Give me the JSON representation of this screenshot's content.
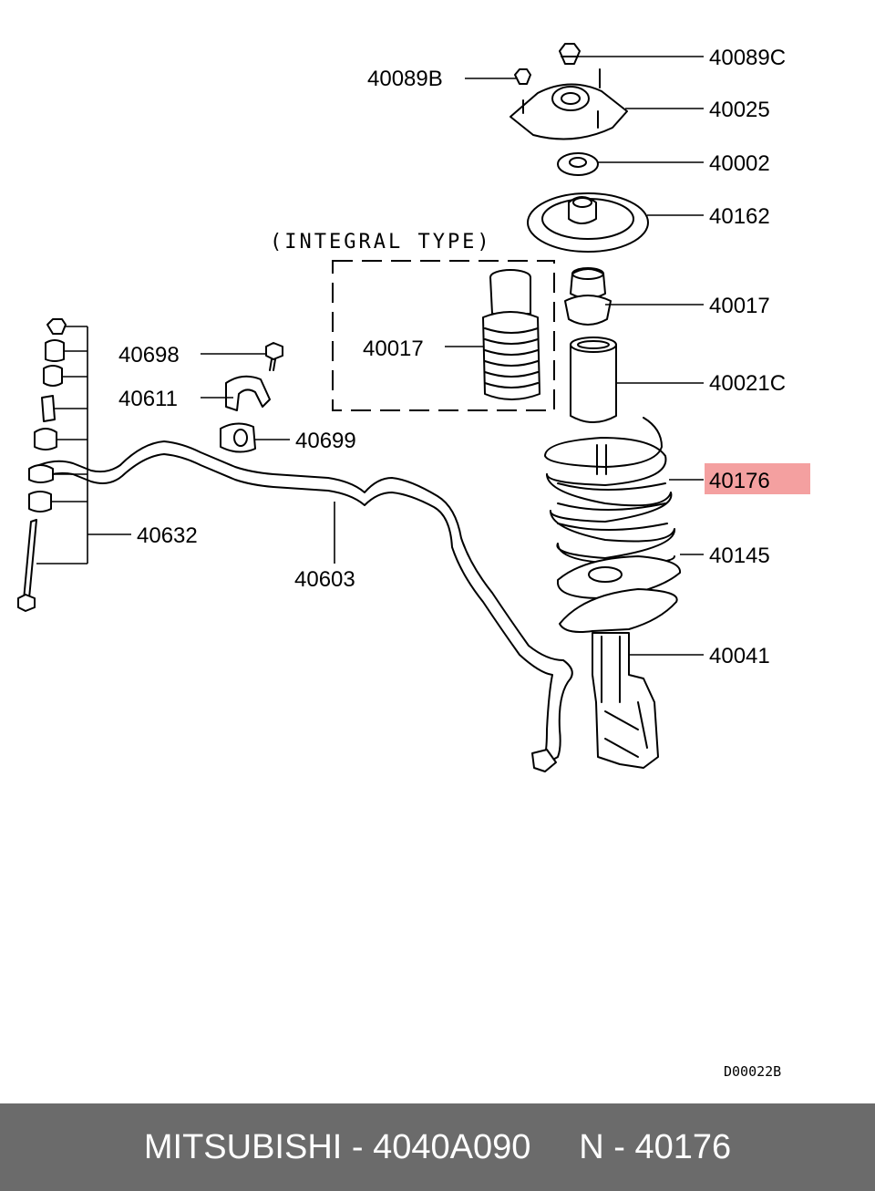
{
  "diagram": {
    "labels": {
      "p40089C": "40089C",
      "p40089B": "40089B",
      "p40025": "40025",
      "p40002": "40002",
      "p40162": "40162",
      "p40017_right": "40017",
      "p40017_box": "40017",
      "p40021C": "40021C",
      "p40176": "40176",
      "p40145": "40145",
      "p40041": "40041",
      "p40698": "40698",
      "p40611": "40611",
      "p40699": "40699",
      "p40632": "40632",
      "p40603": "40603"
    },
    "integral_type": "(INTEGRAL TYPE)",
    "drawing_code": "D00022B",
    "highlight_color": "#f4a0a0"
  },
  "footer": {
    "brand": "MITSUBISHI",
    "part_number": "4040A090",
    "position_label": "N",
    "position_number": "40176",
    "background": "#6b6b6b"
  }
}
